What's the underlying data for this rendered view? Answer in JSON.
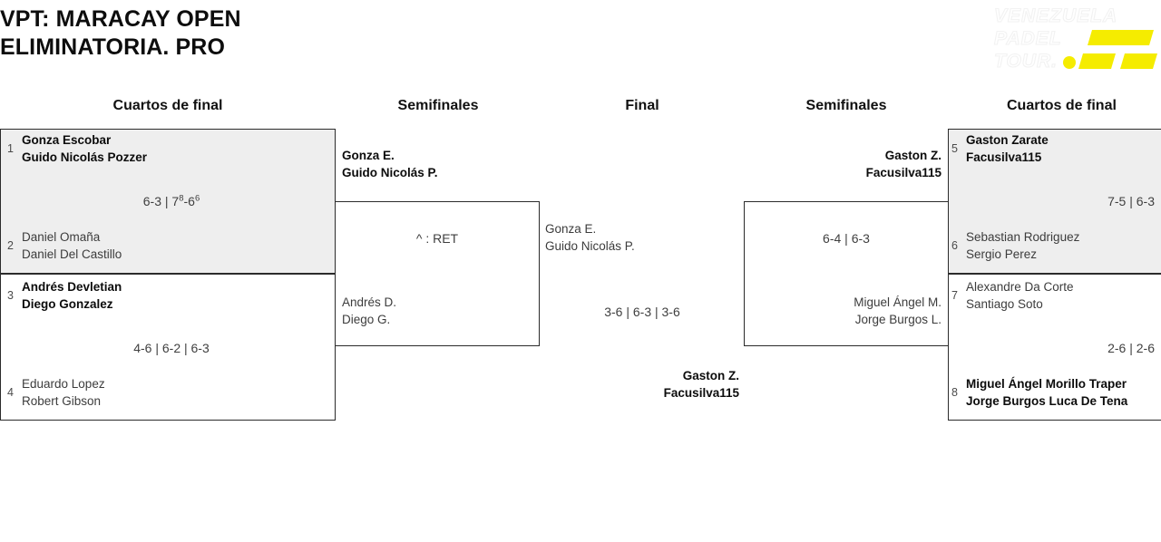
{
  "header": {
    "title": "VPT: MARACAY OPEN\nELIMINATORIA. PRO",
    "logo": {
      "line1": "VENEZUELA",
      "line2": "PADEL",
      "line3": "TOUR.",
      "accent_color": "#f5ec00",
      "text_color": "#ffffff"
    }
  },
  "columns": [
    {
      "label": "Cuartos de final"
    },
    {
      "label": "Semifinales"
    },
    {
      "label": "Final"
    },
    {
      "label": "Semifinales"
    },
    {
      "label": "Cuartos de final"
    }
  ],
  "bracket": {
    "left_quarterfinals": [
      {
        "top": {
          "seed": "1",
          "player1": "Gonza Escobar",
          "player2": "Guido Nicolás Pozzer",
          "winner": true
        },
        "bottom": {
          "seed": "2",
          "player1": "Daniel Omaña",
          "player2": "Daniel Del Castillo",
          "winner": false
        },
        "score_parts": [
          {
            "text": "6-3 | 7",
            "sup": ""
          },
          {
            "text": "",
            "sup": "8"
          },
          {
            "text": "-6",
            "sup": "6"
          }
        ],
        "score_plain": "6-3 | 7(8)-6(6)"
      },
      {
        "top": {
          "seed": "3",
          "player1": "Andrés Devletian",
          "player2": "Diego Gonzalez",
          "winner": true
        },
        "bottom": {
          "seed": "4",
          "player1": "Eduardo Lopez",
          "player2": "Robert Gibson",
          "winner": false
        },
        "score_plain": "4-6 | 6-2 | 6-3"
      }
    ],
    "left_semifinal": {
      "top": {
        "player1": "Gonza E.",
        "player2": "Guido Nicolás P.",
        "winner": true
      },
      "bottom": {
        "player1": "Andrés D.",
        "player2": "Diego G.",
        "winner": false
      },
      "score_plain": "^ : RET"
    },
    "final": {
      "top": {
        "player1": "Gonza E.",
        "player2": "Guido Nicolás P.",
        "winner": false
      },
      "bottom": {
        "player1": "Gaston Z.",
        "player2": "Facusilva115",
        "winner": true
      },
      "score_plain": "3-6 | 6-3 | 3-6"
    },
    "right_semifinal": {
      "top": {
        "player1": "Gaston Z.",
        "player2": "Facusilva115",
        "winner": true
      },
      "bottom": {
        "player1": "Miguel Ángel M.",
        "player2": "Jorge Burgos L.",
        "winner": false
      },
      "score_plain": "6-4 | 6-3"
    },
    "right_quarterfinals": [
      {
        "top": {
          "seed": "5",
          "player1": "Gaston Zarate",
          "player2": "Facusilva115",
          "winner": true
        },
        "bottom": {
          "seed": "6",
          "player1": "Sebastian Rodriguez",
          "player2": "Sergio Perez",
          "winner": false
        },
        "score_plain": "7-5 | 6-3"
      },
      {
        "top": {
          "seed": "7",
          "player1": "Alexandre Da Corte",
          "player2": "Santiago Soto",
          "winner": false
        },
        "bottom": {
          "seed": "8",
          "player1": "Miguel Ángel Morillo Traper",
          "player2": "Jorge Burgos Luca De Tena",
          "winner": true
        },
        "score_plain": "2-6 | 2-6"
      }
    ]
  }
}
